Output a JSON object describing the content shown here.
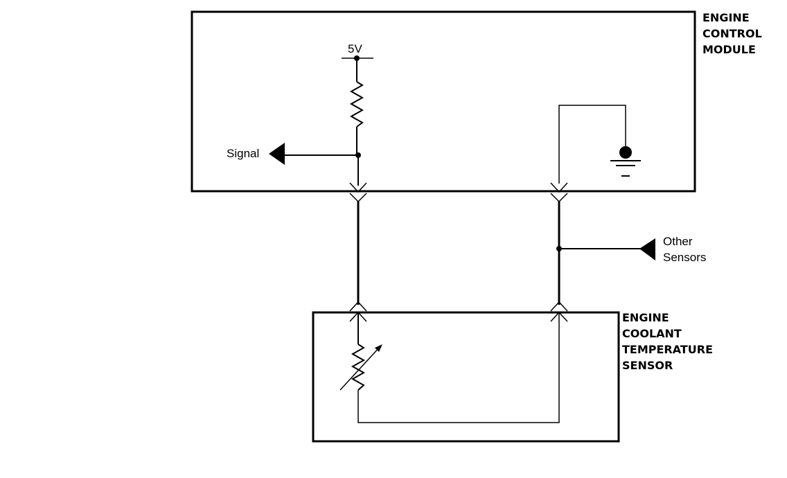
{
  "ecm": {
    "title_lines": [
      "ENGINE",
      "CONTROL",
      "MODULE"
    ],
    "supply_label": "5V",
    "signal_label": "Signal"
  },
  "sensor": {
    "title_lines": [
      "ENGINE",
      "COOLANT",
      "TEMPERATURE",
      "SENSOR"
    ]
  },
  "other": {
    "label_lines": [
      "Other",
      "Sensors"
    ]
  }
}
